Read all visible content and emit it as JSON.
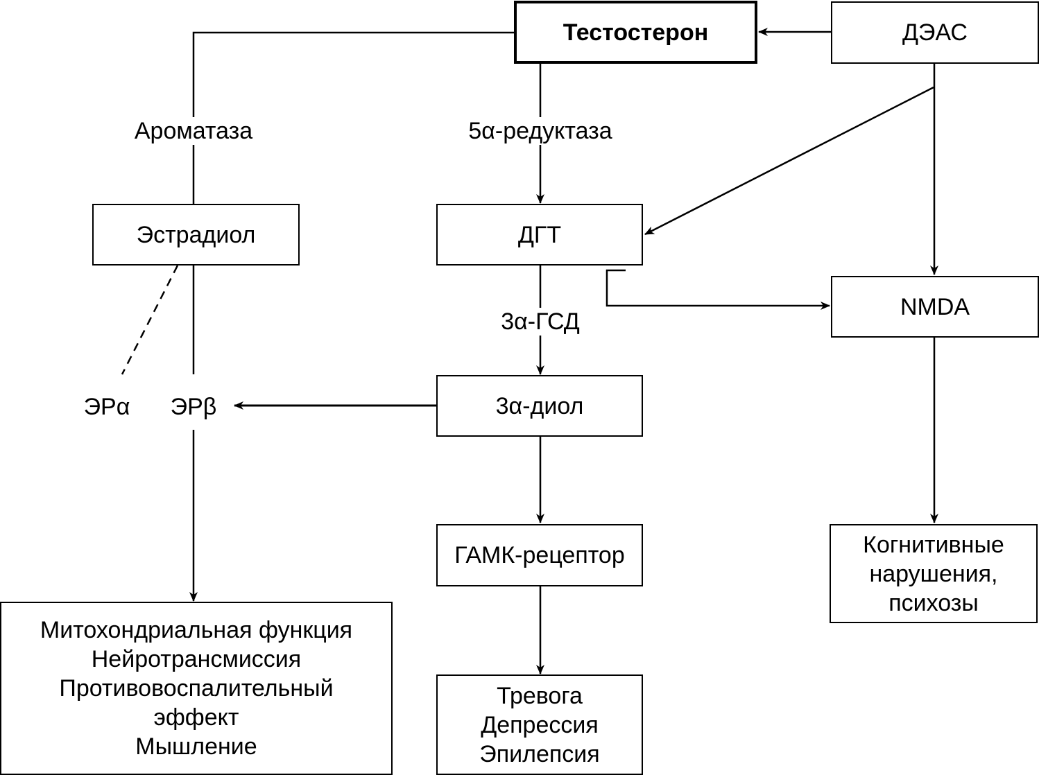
{
  "diagram": {
    "nodes": {
      "testosterone": "Тестостерон",
      "dheas": "ДЭАС",
      "estradiol": "Эстрадиол",
      "dht": "ДГТ",
      "nmda": "NMDA",
      "diol": "3α-диол",
      "gaba": "ГАМК-рецептор",
      "estrogen_effects": [
        "Митохондриальная функция",
        "Нейротрансмиссия",
        "Противовоспалительный",
        "эффект",
        "Мышление"
      ],
      "gaba_effects": [
        "Тревога",
        "Депрессия",
        "Эпилепсия"
      ],
      "nmda_effects": [
        "Когнитивные",
        "нарушения,",
        "психозы"
      ]
    },
    "labels": {
      "aromatase": "Ароматаза",
      "reductase": "5α-редуктаза",
      "hsd": "3α-ГСД",
      "er_alpha": "ЭРα",
      "er_beta": "ЭРβ"
    },
    "edges": [
      {
        "from": "dheas",
        "to": "testosterone",
        "type": "arrow"
      },
      {
        "from": "testosterone",
        "to": "estradiol",
        "via": "aromatase",
        "type": "line"
      },
      {
        "from": "testosterone",
        "to": "dht",
        "via": "reductase",
        "type": "arrow"
      },
      {
        "from": "dheas",
        "to": "dht",
        "type": "arrow"
      },
      {
        "from": "dheas",
        "to": "nmda",
        "type": "arrow"
      },
      {
        "from": "dht",
        "to": "nmda",
        "type": "arrow"
      },
      {
        "from": "dht",
        "to": "diol",
        "via": "hsd",
        "type": "arrow"
      },
      {
        "from": "diol",
        "to": "er_beta",
        "type": "arrow"
      },
      {
        "from": "estradiol",
        "to": "er_alpha",
        "type": "dashed"
      },
      {
        "from": "estradiol",
        "to": "er_beta",
        "type": "line"
      },
      {
        "from": "er_beta",
        "to": "estrogen_effects",
        "type": "arrow"
      },
      {
        "from": "diol",
        "to": "gaba",
        "type": "arrow"
      },
      {
        "from": "gaba",
        "to": "gaba_effects",
        "type": "arrow"
      },
      {
        "from": "nmda",
        "to": "nmda_effects",
        "type": "arrow"
      }
    ]
  }
}
